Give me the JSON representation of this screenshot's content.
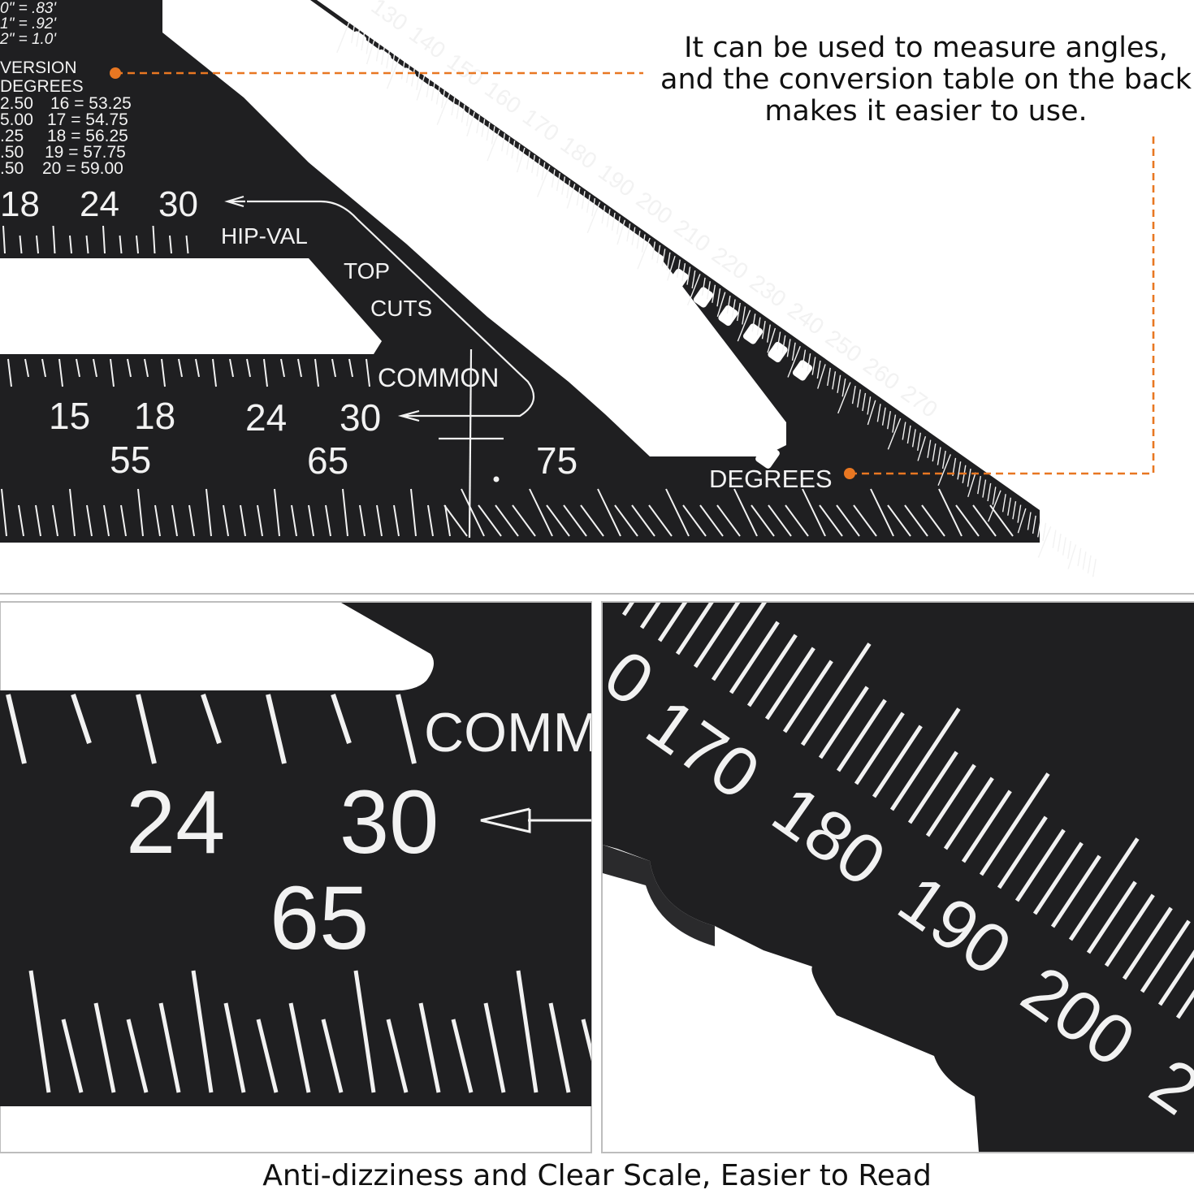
{
  "callout": {
    "line1": "It can be used to measure angles,",
    "line2": "and the conversion table on the back",
    "line3": "makes it easier to use."
  },
  "caption": "Anti-dizziness and Clear Scale,  Easier to Read",
  "colors": {
    "accent": "#e87722",
    "metal": "#1f1f21",
    "etch": "#f2f2f2",
    "frame": "#bdbdbd"
  },
  "conversion": {
    "feet": [
      "0\" = .83'",
      "1\" = .92'",
      "2\" = 1.0'"
    ],
    "heading1": "VERSION",
    "heading2": "DEGREES",
    "col1": [
      "2.50",
      "5.00",
      ".25",
      ".50",
      ".50"
    ],
    "col2": [
      "16 = 53.25",
      "17 = 54.75",
      "18 = 56.25",
      "19 = 57.75",
      "20 = 59.00"
    ]
  },
  "hip_scale": [
    "18",
    "24",
    "30"
  ],
  "common_scale": [
    "15",
    "18",
    "24",
    "30"
  ],
  "degree_row": [
    "55",
    "65",
    "75"
  ],
  "labels": {
    "hip_val": "HIP-VAL",
    "top": "TOP",
    "cuts": "CUTS",
    "common": "COMMON",
    "degrees": "DEGREES"
  },
  "hyp_scale": [
    "130",
    "140",
    "150",
    "160",
    "170",
    "180",
    "190",
    "200",
    "210",
    "220",
    "230",
    "240",
    "250",
    "260",
    "270"
  ],
  "zoom_left": {
    "common": "COMM",
    "n24": "24",
    "n30": "30",
    "n65": "65"
  },
  "zoom_right": [
    "0",
    "170",
    "180",
    "190",
    "200",
    "2"
  ]
}
